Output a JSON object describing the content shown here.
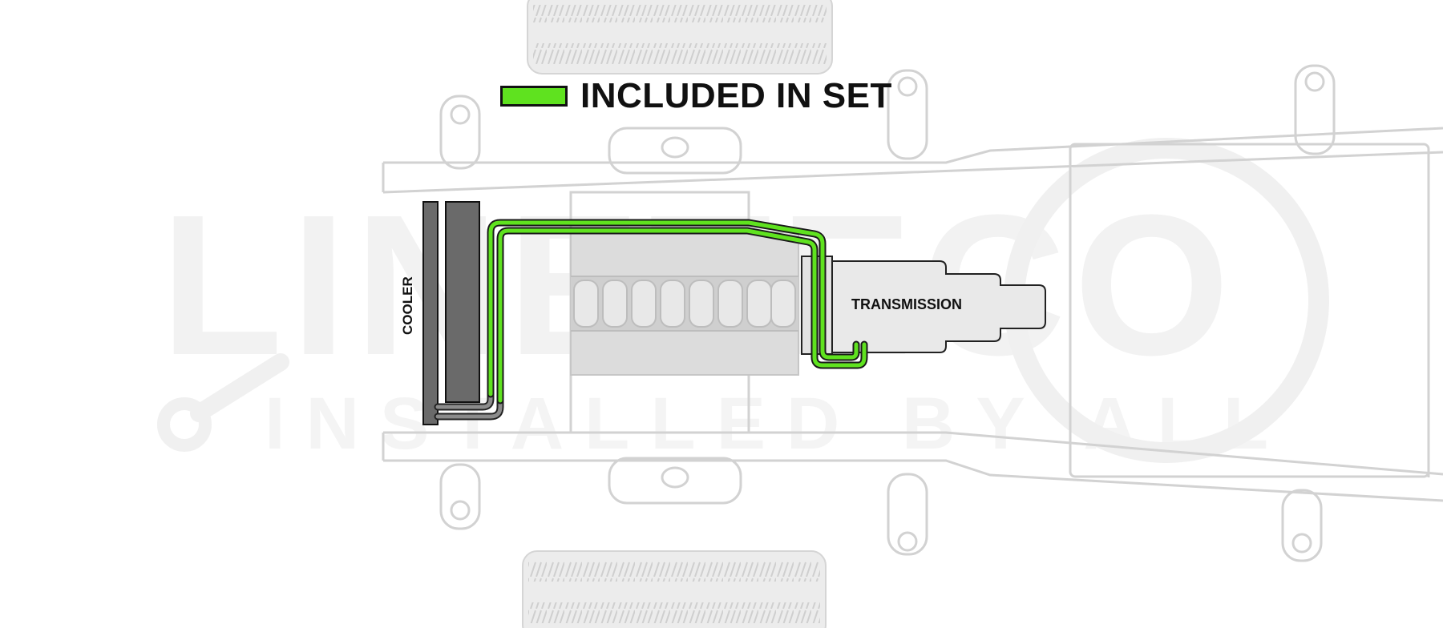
{
  "legend": {
    "label": "INCLUDED IN SET",
    "swatch_color": "#5fe21f"
  },
  "labels": {
    "cooler": "COOLER",
    "transmission": "TRANSMISSION"
  },
  "watermark": {
    "brand": "LINETECO",
    "tagline": "INSTALLED BY ALL"
  },
  "colors": {
    "included_line": "#5fe21f",
    "excluded_line": "#8c8c8c",
    "frame_outline": "#d0d0d0",
    "cooler_fill": "#6a6a6a",
    "engine_fill": "#dcdcdc",
    "transmission_fill": "#e6e6e6",
    "watermark": "#f3f3f3"
  }
}
